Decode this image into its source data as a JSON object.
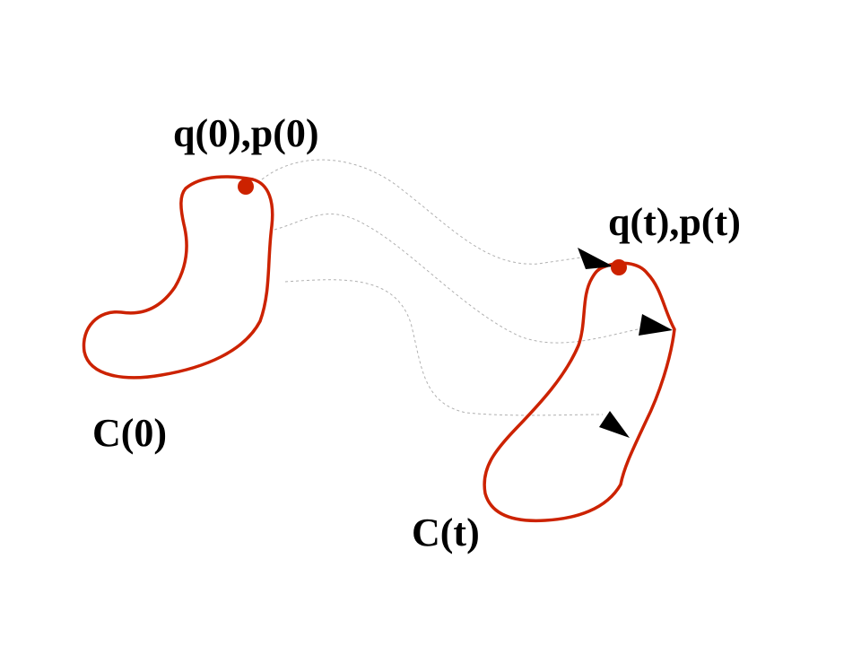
{
  "labels": {
    "start_point": "q(0),p(0)",
    "end_point": "q(t),p(t)",
    "initial_curve": "C(0)",
    "evolved_curve": "C(t)"
  },
  "colors": {
    "background": "#ffffff",
    "curve": "#cc2200",
    "point": "#cc2200",
    "flow_line": "#b0b0b0",
    "arrow": "#000000",
    "text": "#000000"
  }
}
